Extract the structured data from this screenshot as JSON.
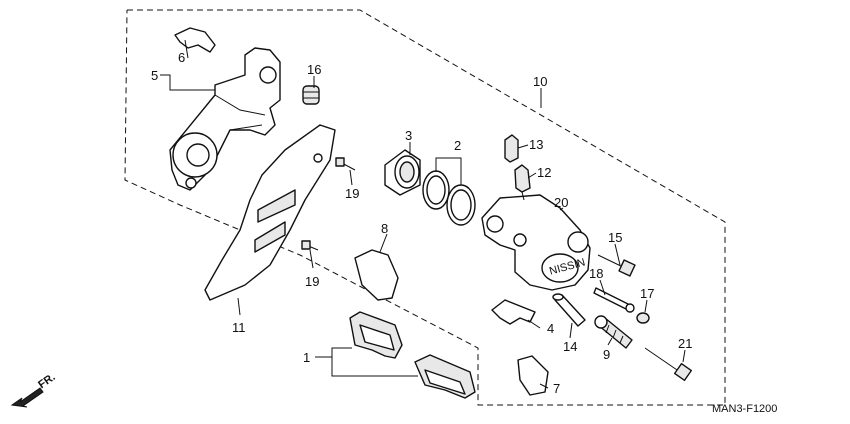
{
  "callouts": [
    {
      "id": "1",
      "label": "1"
    },
    {
      "id": "2",
      "label": "2"
    },
    {
      "id": "3",
      "label": "3"
    },
    {
      "id": "4",
      "label": "4"
    },
    {
      "id": "5",
      "label": "5"
    },
    {
      "id": "6",
      "label": "6"
    },
    {
      "id": "7",
      "label": "7"
    },
    {
      "id": "8",
      "label": "8"
    },
    {
      "id": "9",
      "label": "9"
    },
    {
      "id": "10",
      "label": "10"
    },
    {
      "id": "11",
      "label": "11"
    },
    {
      "id": "12",
      "label": "12"
    },
    {
      "id": "13",
      "label": "13"
    },
    {
      "id": "14",
      "label": "14"
    },
    {
      "id": "15",
      "label": "15"
    },
    {
      "id": "16",
      "label": "16"
    },
    {
      "id": "17",
      "label": "17"
    },
    {
      "id": "18",
      "label": "18"
    },
    {
      "id": "19a",
      "label": "19"
    },
    {
      "id": "19b",
      "label": "19"
    },
    {
      "id": "20",
      "label": "20"
    },
    {
      "id": "21",
      "label": "21"
    }
  ],
  "caliper_brand": "NISSIN",
  "direction_label": "FR.",
  "diagram_code": "MAN3-F1200",
  "icons": {
    "direction": "front-arrow-icon"
  }
}
